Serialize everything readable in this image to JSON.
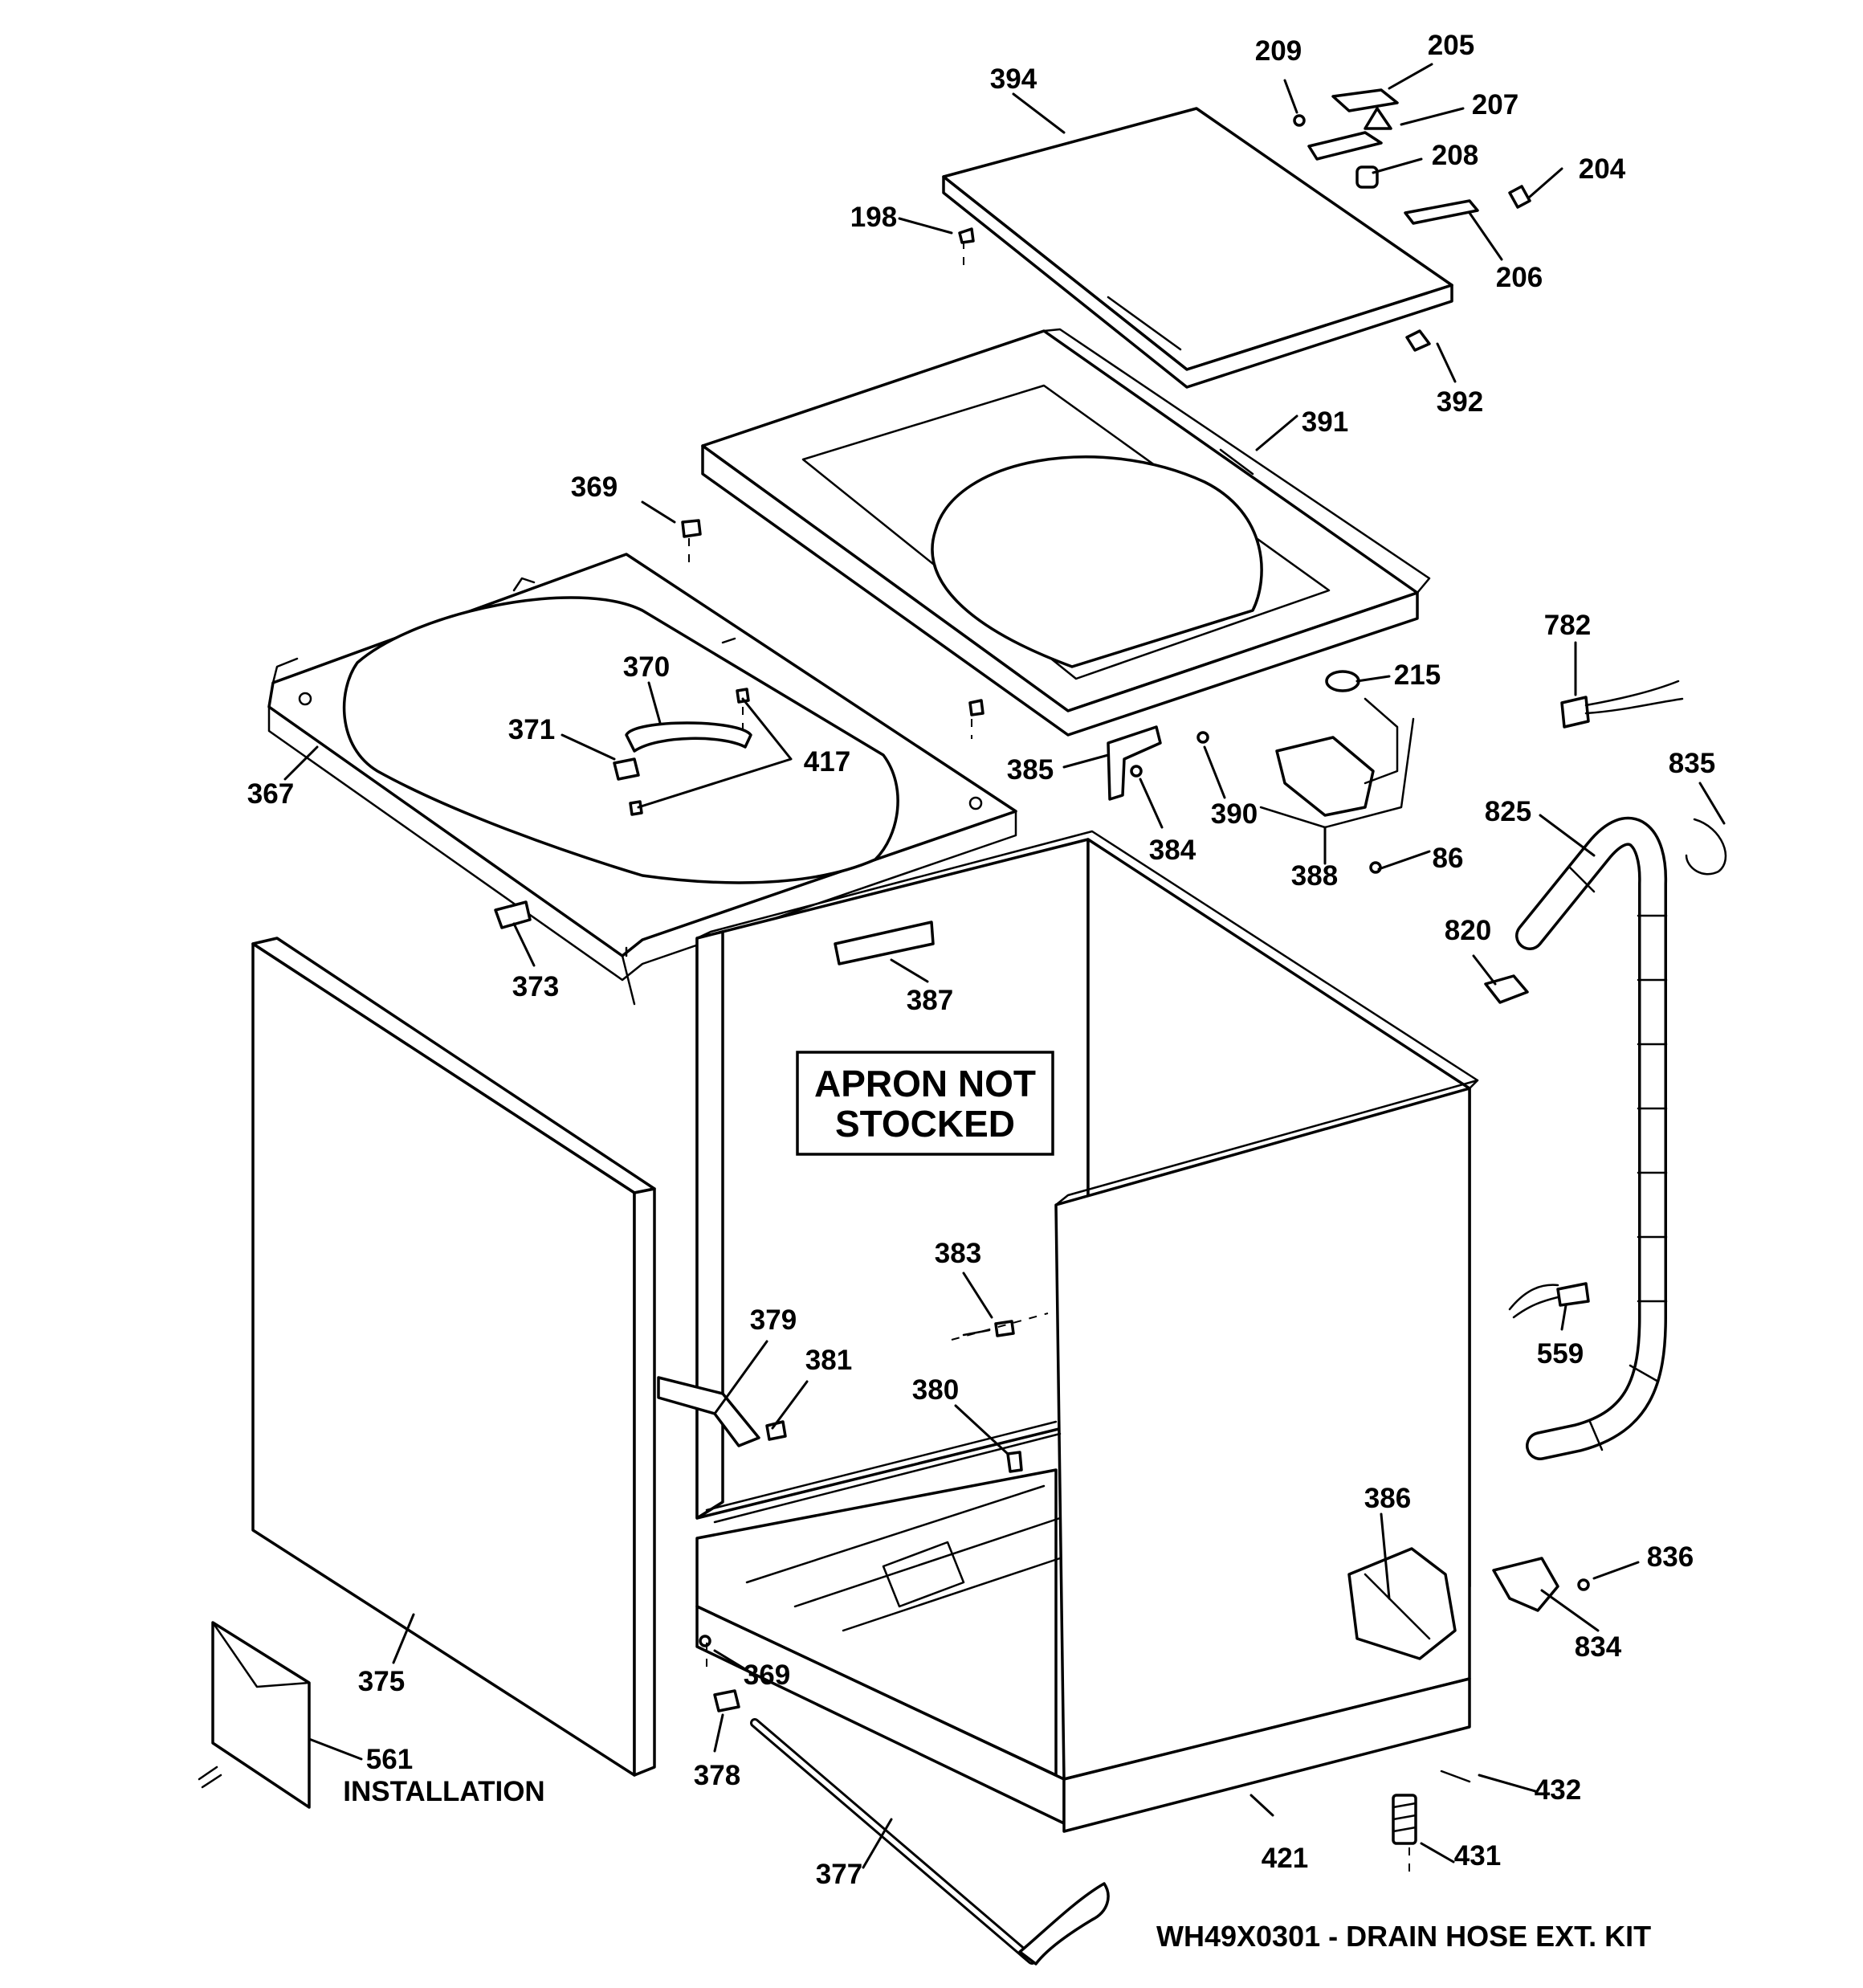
{
  "labels": {
    "p394": "394",
    "p209": "209",
    "p205": "205",
    "p207": "207",
    "p208": "208",
    "p204": "204",
    "p198": "198",
    "p206": "206",
    "p392": "392",
    "p391": "391",
    "p369a": "369",
    "p370": "370",
    "p371": "371",
    "p417": "417",
    "p367": "367",
    "p385": "385",
    "p390": "390",
    "p384": "384",
    "p215": "215",
    "p782": "782",
    "p835": "835",
    "p825": "825",
    "p388": "388",
    "p86": "86",
    "p373": "373",
    "p387": "387",
    "p820": "820",
    "p383": "383",
    "p379": "379",
    "p381": "381",
    "p380": "380",
    "p559": "559",
    "p386": "386",
    "p836": "836",
    "p834": "834",
    "p375": "375",
    "p369b": "369",
    "p378": "378",
    "p561": "561",
    "p432": "432",
    "p431": "431",
    "p421": "421",
    "p377": "377"
  },
  "installation_label": "INSTALLATION",
  "apron_note": {
    "line1": "APRON NOT",
    "line2": "STOCKED"
  },
  "kit_note": "WH49X0301 - DRAIN HOSE EXT. KIT"
}
